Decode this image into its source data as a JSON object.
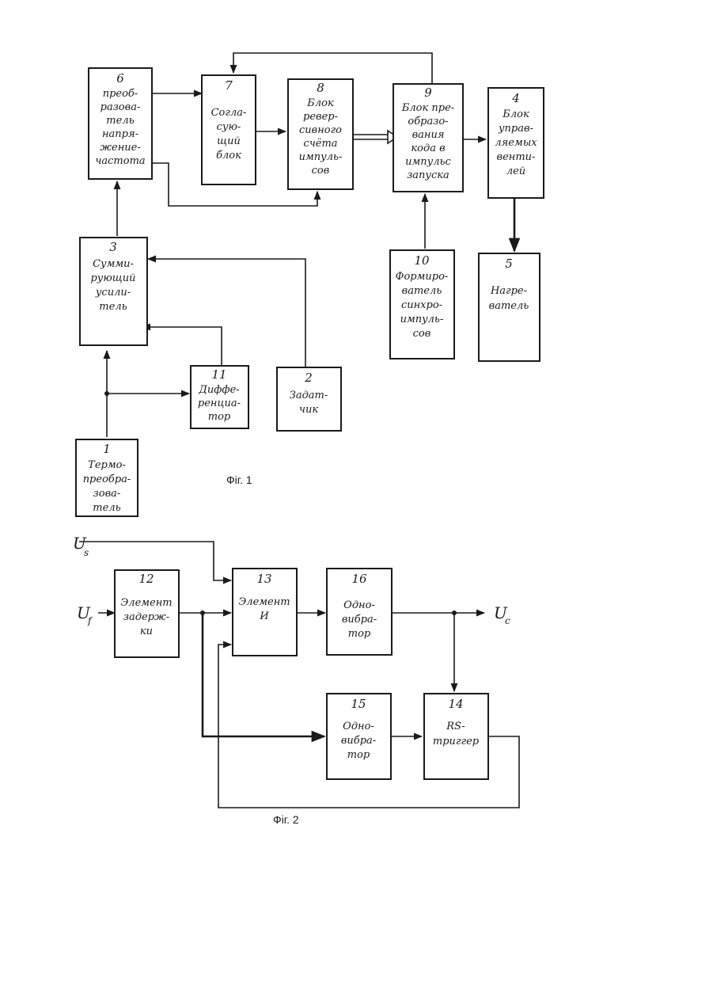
{
  "fig1": {
    "caption": "Фіг. 1",
    "blocks": [
      {
        "id": "6",
        "label": [
          "преоб-",
          "разова-",
          "тель",
          "напря-",
          "жение-",
          "частота"
        ]
      },
      {
        "id": "7",
        "label": [
          "Согла-",
          "сую-",
          "щий",
          "блок"
        ]
      },
      {
        "id": "8",
        "label": [
          "Блок",
          "ревер-",
          "сивного",
          "счёта",
          "импуль-",
          "сов"
        ]
      },
      {
        "id": "9",
        "label": [
          "Блок пре-",
          "образо-",
          "вания",
          "кода в",
          "импульс",
          "запуска"
        ]
      },
      {
        "id": "4",
        "label": [
          "Блок",
          "управ-",
          "ляемых",
          "венти-",
          "лей"
        ]
      },
      {
        "id": "3",
        "label": [
          "Сумми-",
          "рующий",
          "усили-",
          "тель"
        ]
      },
      {
        "id": "10",
        "label": [
          "Формиро-",
          "ватель",
          "синхро-",
          "импуль-",
          "сов"
        ]
      },
      {
        "id": "5",
        "label": [
          "Нагре-",
          "ватель"
        ]
      },
      {
        "id": "11",
        "label": [
          "Диффе-",
          "ренциа-",
          "тор"
        ]
      },
      {
        "id": "2",
        "label": [
          "Задат-",
          "чик"
        ]
      },
      {
        "id": "1",
        "label": [
          "Термо-",
          "преобра-",
          "зова-",
          "тель"
        ]
      }
    ]
  },
  "fig2": {
    "caption": "Фіг. 2",
    "signals": {
      "us": {
        "main": "U",
        "sub": "s"
      },
      "uf": {
        "main": "U",
        "sub": "f"
      },
      "uc": {
        "main": "U",
        "sub": "c"
      }
    },
    "blocks": [
      {
        "id": "12",
        "label": [
          "Элемент",
          "задерж-",
          "ки"
        ]
      },
      {
        "id": "13",
        "label": [
          "Элемент",
          "И"
        ]
      },
      {
        "id": "16",
        "label": [
          "Одно-",
          "вибра-",
          "тор"
        ]
      },
      {
        "id": "15",
        "label": [
          "Одно-",
          "вибра-",
          "тор"
        ]
      },
      {
        "id": "14",
        "label": [
          "RS-",
          "триггер"
        ]
      }
    ]
  }
}
